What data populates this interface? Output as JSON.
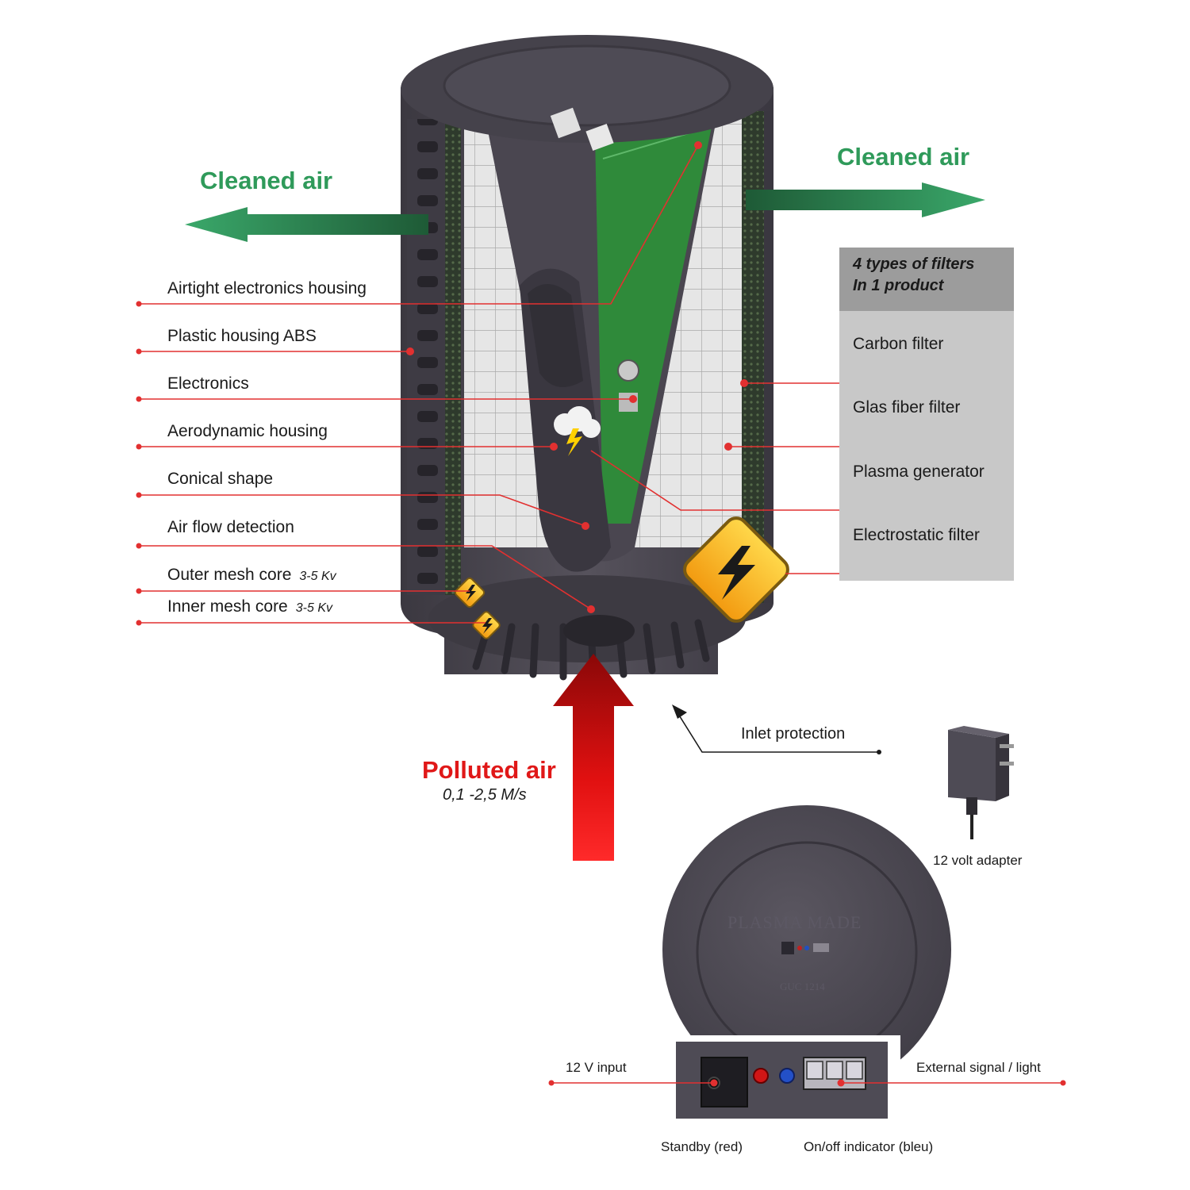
{
  "flows": {
    "cleaned_air_left": "Cleaned air",
    "cleaned_air_right": "Cleaned air",
    "polluted_air": "Polluted air",
    "polluted_speed": "0,1 -2,5 M/s"
  },
  "left_labels": [
    {
      "text": "Airtight electronics housing"
    },
    {
      "text": "Plastic housing ABS"
    },
    {
      "text": "Electronics"
    },
    {
      "text": "Aerodynamic housing"
    },
    {
      "text": "Conical shape"
    },
    {
      "text": "Air flow detection"
    },
    {
      "text": "Outer mesh core",
      "kv": "3-5 Kv"
    },
    {
      "text": "Inner mesh core",
      "kv": "3-5 Kv"
    }
  ],
  "filter_panel": {
    "title_line1": "4 types of filters",
    "title_line2": "In 1 product",
    "items": [
      "Carbon filter",
      "Glas fiber filter",
      "Plasma generator",
      "Electrostatic filter"
    ]
  },
  "inlet_protection": "Inlet protection",
  "adapter_label": "12 volt adapter",
  "lid": {
    "brand": "PLASMA MADE",
    "model": "GUC 1214"
  },
  "connections": {
    "input": "12 V input",
    "external": "External signal / light",
    "standby": "Standby (red)",
    "onoff": "On/off indicator (bleu)"
  },
  "colors": {
    "cleaned": "#2f9a5a",
    "polluted": "#e01818",
    "callout": "#e23030",
    "housing": "#4a4650"
  }
}
